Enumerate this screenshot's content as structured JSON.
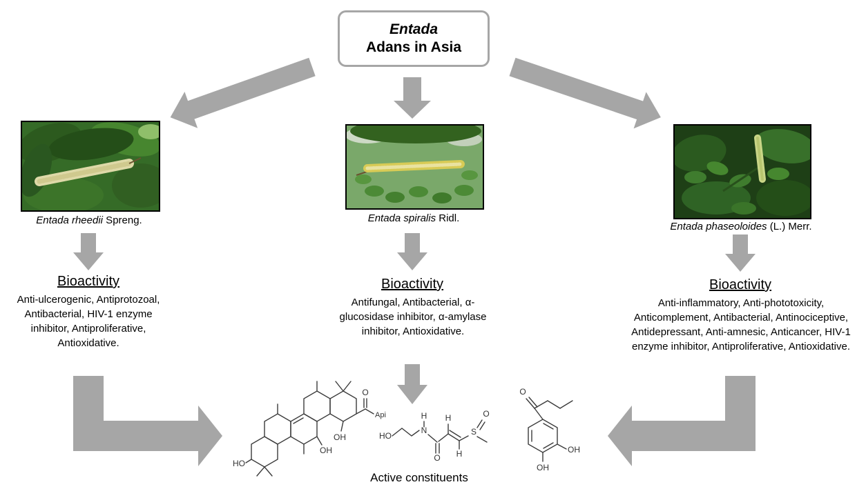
{
  "title": {
    "line1": "Entada",
    "line2": "Adans in Asia"
  },
  "species": [
    {
      "caption_italic": "Entada rheedii",
      "caption_rest": " Spreng.",
      "bio_heading": "Bioactivity",
      "bio_text": "Anti-ulcerogenic, Antiprotozoal, Antibacterial, HIV-1 enzyme inhibitor, Antiproliferative, Antioxidative."
    },
    {
      "caption_italic": "Entada spiralis",
      "caption_rest": " Ridl.",
      "bio_heading": "Bioactivity",
      "bio_text": "Antifungal, Antibacterial, α-glucosidase inhibitor, α-amylase inhibitor, Antioxidative."
    },
    {
      "caption_italic": "Entada phaseoloides",
      "caption_rest": " (L.) Merr.",
      "bio_heading": "Bioactivity",
      "bio_text": "Anti-inflammatory, Anti-phototoxicity, Anticomplement, Antibacterial, Antinociceptive, Antidepressant, Anti-amnesic, Anticancer, HIV-1 enzyme inhibitor, Antiproliferative, Antioxidative."
    }
  ],
  "bottom_label": "Active constituents",
  "chem": {
    "triterpenoid": {
      "ho": "HO",
      "oh1": "OH",
      "oh2": "OH",
      "o": "O",
      "api": "Api"
    },
    "entadamide": {
      "ho": "HO",
      "n": "N",
      "nh": "H",
      "o_carbonyl": "O",
      "h1": "H",
      "h2": "H",
      "s": "S",
      "o_sulfoxide": "O"
    },
    "phenolic": {
      "o": "O",
      "oh1": "OH",
      "oh2": "OH"
    }
  },
  "colors": {
    "arrow_gray": "#a6a6a6",
    "box_border_gray": "#a6a6a6"
  }
}
